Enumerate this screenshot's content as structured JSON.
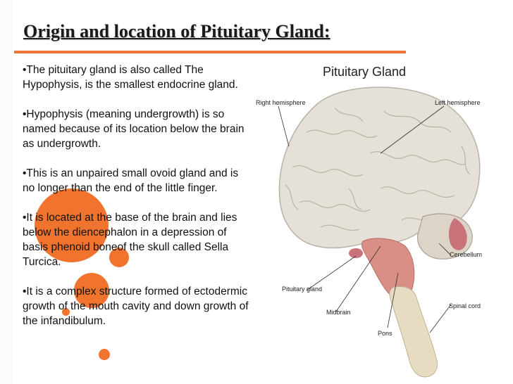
{
  "slide": {
    "title": "Origin and location of Pituitary Gland:",
    "bullets": [
      "•The pituitary gland is also called The Hypophysis, is the smallest endocrine gland.",
      "•Hypophysis (meaning undergrowth) is so named because of its location below the brain as undergrowth.",
      "•This is an unpaired small ovoid gland and is no longer than the end of the little finger.",
      "•It is located at the base of the brain and lies below the diencephalon in a depression of basis phenoid boneof the skull called Sella Turcica.",
      "•It is a complex structure formed of ectodermic growth of the mouth cavity and down growth of the infandibulum."
    ]
  },
  "figure": {
    "title": "Pituitary Gland",
    "labels": {
      "right_hemisphere": "Right hemisphere",
      "left_hemisphere": "Left hemisphere",
      "cerebellum": "Cerebellum",
      "pituitary_gland": "Pituitary gland",
      "midbrain": "Midbrain",
      "pons": "Pons",
      "spinal_cord": "Spinal cord"
    }
  },
  "colors": {
    "accent": "#f0742e",
    "brain": "#e6e1d8",
    "brainstem": "#d98e86",
    "spinal_cord": "#e7dcc2"
  }
}
